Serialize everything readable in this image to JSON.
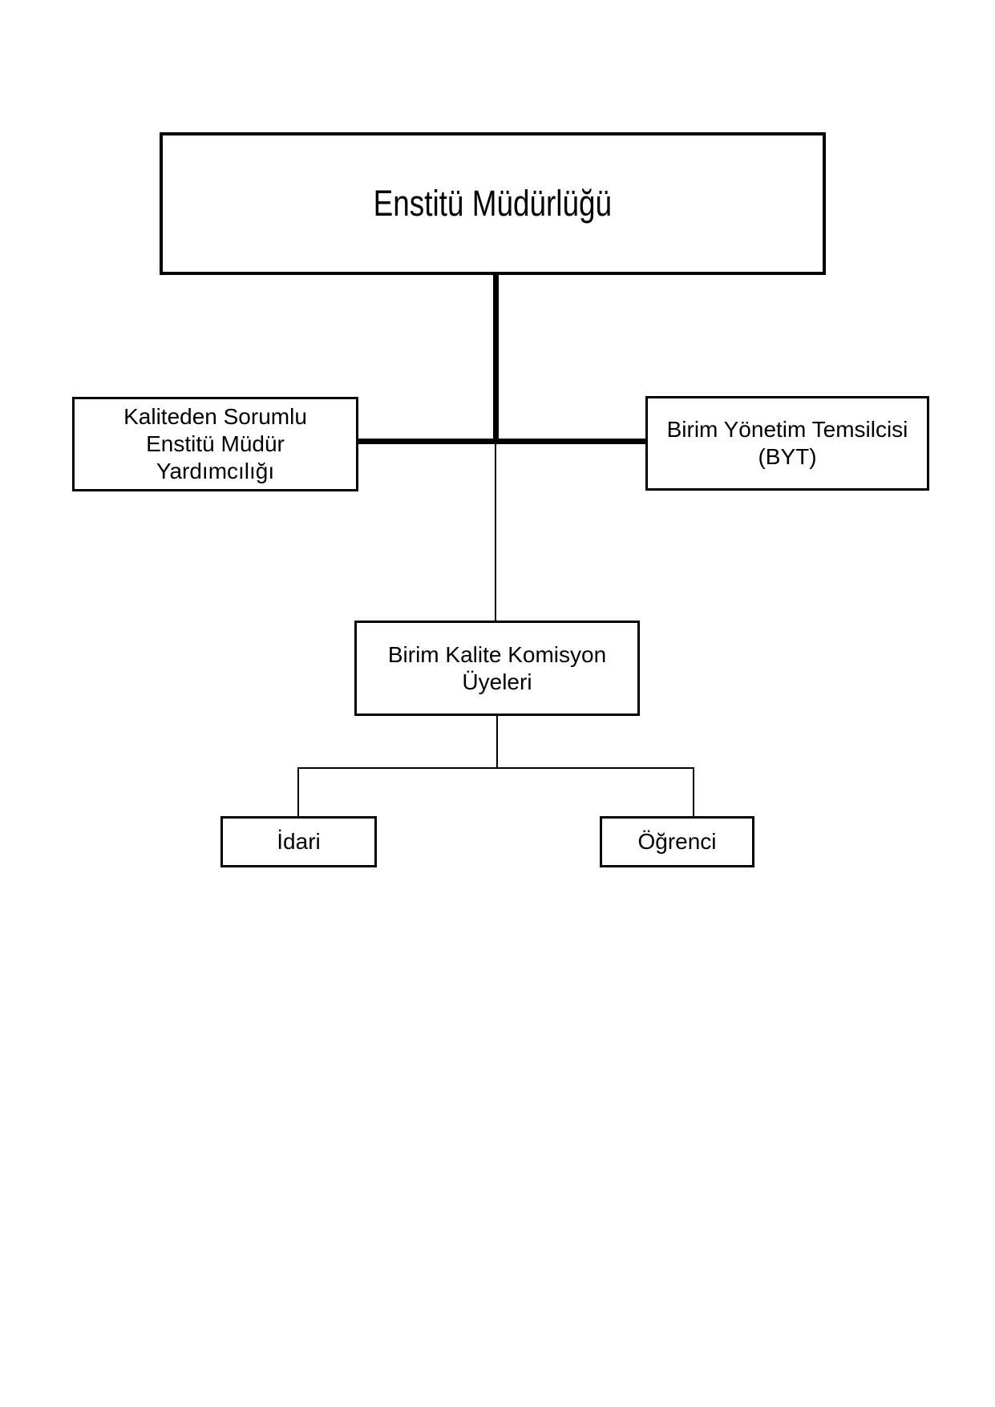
{
  "page": {
    "background_color": "#ffffff",
    "line_color": "#000000",
    "text_color": "#000000"
  },
  "org_chart": {
    "nodes": {
      "director": {
        "label": "Enstitü Müdürlüğü"
      },
      "quality_deputy": {
        "line1": "Kaliteden Sorumlu",
        "line2": "Enstitü Müdür",
        "line3": "Yardımcılığı"
      },
      "unit_rep": {
        "line1": "Birim Yönetim Temsilcisi",
        "line2": "(BYT)"
      },
      "commission": {
        "line1": "Birim Kalite Komisyon",
        "line2": "Üyeleri"
      },
      "administrative": {
        "label": "İdari"
      },
      "student": {
        "label": "Öğrenci"
      }
    }
  }
}
